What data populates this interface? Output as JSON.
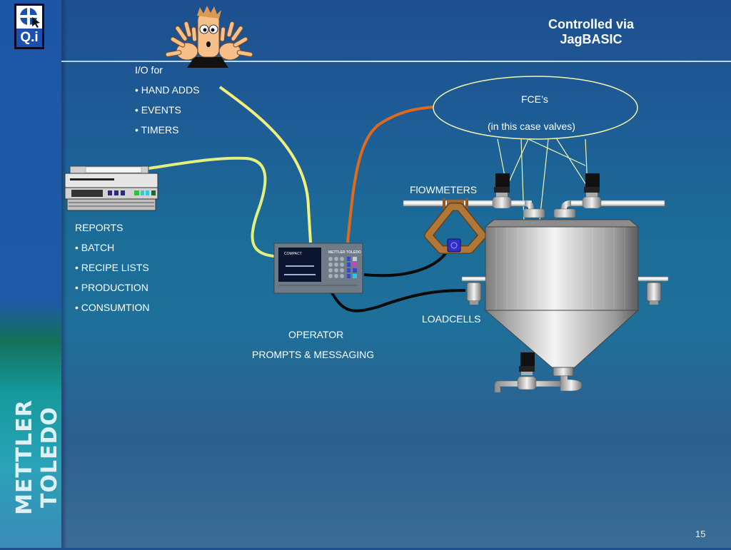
{
  "slide": {
    "title_lines": [
      "Controlled via",
      "JagBASIC"
    ],
    "page_number": "15",
    "brand_vertical": "METTLER TOLEDO",
    "logo_text": "Q.i"
  },
  "io_block": {
    "heading": "I/O for",
    "items": [
      "• HAND ADDS",
      "• EVENTS",
      "• TIMERS"
    ]
  },
  "reports_block": {
    "heading": "REPORTS",
    "items": [
      "• BATCH",
      "• RECIPE LISTS",
      "• PRODUCTION",
      "• CONSUMTION"
    ]
  },
  "fce_callout": {
    "line1": "FCE’s",
    "line2": "(in this case valves)"
  },
  "labels": {
    "flowmeters": "FlOWMETERS",
    "loadcells": "LOADCELLS",
    "operator_line1": "OPERATOR",
    "operator_line2": "PROMPTS & MESSAGING"
  },
  "terminal": {
    "brand": "METTLER TOLEDO",
    "model": "COMPACT"
  },
  "colors": {
    "io_wire": "#f2f07a",
    "printer_wire": "#e9f28a",
    "fce_wire": "#e06a1c",
    "signal_wire": "#0a0a0a",
    "callout_line": "#f3f6b0"
  }
}
